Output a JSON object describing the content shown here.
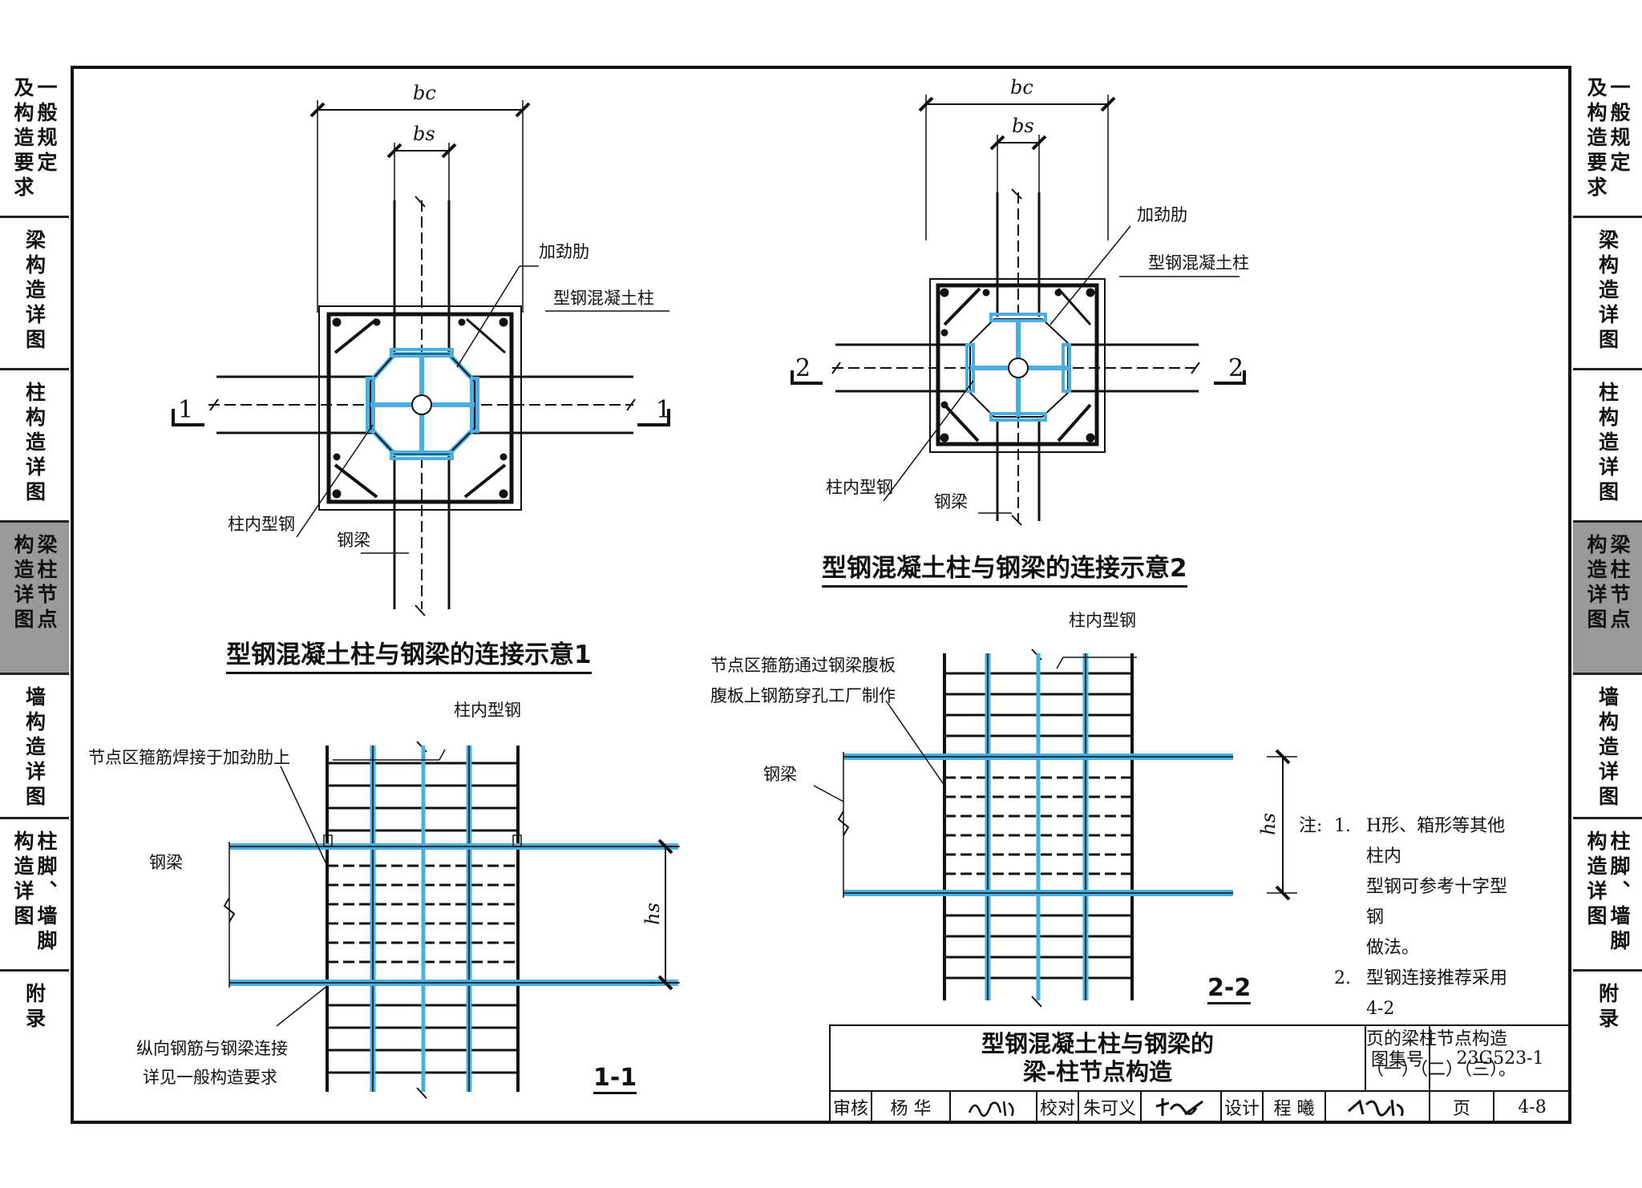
{
  "sidebar": {
    "tabs": [
      {
        "cols": [
          "一般规定",
          "及构造要求"
        ],
        "active": false
      },
      {
        "cols": [
          "梁构造详图"
        ],
        "active": false
      },
      {
        "cols": [
          "柱构造详图"
        ],
        "active": false
      },
      {
        "cols": [
          "梁柱节点",
          "构造详图"
        ],
        "active": true
      },
      {
        "cols": [
          "墙构造详图"
        ],
        "active": false
      },
      {
        "cols": [
          "柱脚、墙脚",
          "构造详图"
        ],
        "active": false
      },
      {
        "cols": [
          "附录"
        ],
        "active": false
      }
    ]
  },
  "diagram1": {
    "caption": "型钢混凝土柱与钢梁的连接示意1",
    "dim_bc": "bc",
    "dim_bs": "bs",
    "section_mark": "1",
    "label_stiffener": "加劲肋",
    "label_src_column": "型钢混凝土柱",
    "label_inner_steel": "柱内型钢",
    "label_steel_beam": "钢梁"
  },
  "diagram2": {
    "caption": "型钢混凝土柱与钢梁的连接示意2",
    "dim_bc": "bc",
    "dim_bs": "bs",
    "section_mark": "2",
    "label_stiffener": "加劲肋",
    "label_src_column": "型钢混凝土柱",
    "label_inner_steel": "柱内型钢",
    "label_steel_beam": "钢梁"
  },
  "section11": {
    "title": "1-1",
    "label_inner_steel": "柱内型钢",
    "label_stirrup_welded": "节点区箍筋焊接于加劲肋上",
    "label_steel_beam": "钢梁",
    "label_long_bar_line1": "纵向钢筋与钢梁连接",
    "label_long_bar_line2": "详见一般构造要求",
    "dim_hs": "hs"
  },
  "section22": {
    "title": "2-2",
    "label_inner_steel": "柱内型钢",
    "label_stirrup_line1": "节点区箍筋通过钢梁腹板",
    "label_stirrup_line2": "腹板上钢筋穿孔工厂制作",
    "label_steel_beam": "钢梁",
    "dim_hs": "hs"
  },
  "notes": {
    "heading": "注:",
    "items": [
      {
        "num": "1.",
        "lines": [
          "H形、箱形等其他柱内",
          "型钢可参考十字型钢",
          "做法。"
        ]
      },
      {
        "num": "2.",
        "lines": [
          "型钢连接推荐采用4-2",
          "页的梁柱节点构造",
          "（一）（二）（三）。"
        ]
      }
    ]
  },
  "title_block": {
    "title_line1": "型钢混凝土柱与钢梁的",
    "title_line2": "梁-柱节点构造",
    "atlas_label": "图集号",
    "atlas_no": "23G523-1",
    "review_label": "审核",
    "reviewer": "杨 华",
    "check_label": "校对",
    "checker": "朱可义",
    "design_label": "设计",
    "designer": "程 曦",
    "page_label": "页",
    "page_no": "4-8"
  },
  "colors": {
    "steel_highlight": "#4aaee0",
    "active_tab": "#9a9a9a",
    "line": "#111111"
  }
}
